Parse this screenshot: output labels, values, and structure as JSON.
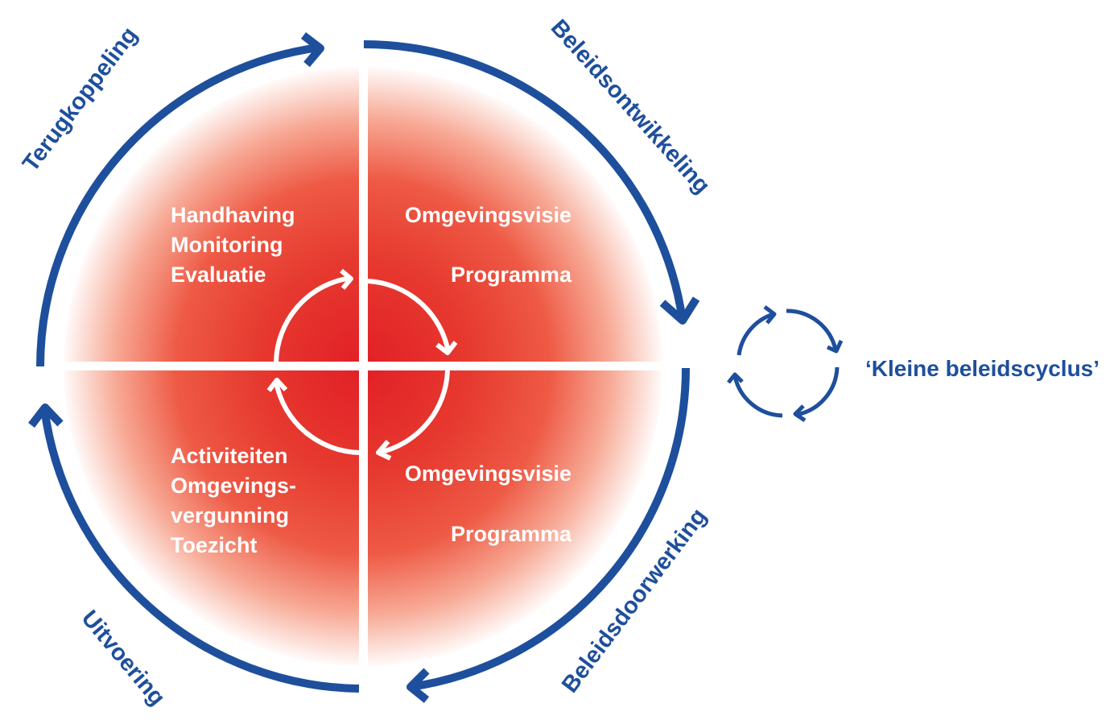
{
  "colors": {
    "arrow_blue": "#1e4f9c",
    "center_red": "#e21f26",
    "mid_red": "#ee5a45",
    "divider": "#ffffff"
  },
  "phases": {
    "terugkoppeling": "Terugkoppeling",
    "beleidsontwikkeling": "Beleidsontwikkeling",
    "beleidsdoorwerking": "Beleidsdoorwerking",
    "uitvoering": "Uitvoering"
  },
  "quadrants": {
    "top_left": [
      "Handhaving",
      "Monitoring",
      "Evaluatie"
    ],
    "top_right": [
      "Omgevingsvisie",
      "Programma"
    ],
    "bottom_left": [
      "Activiteiten",
      "Omgevings-",
      "vergunning",
      "Toezicht"
    ],
    "bottom_right": [
      "Omgevingsvisie",
      "Programma"
    ]
  },
  "small_cycle": {
    "label": "‘Kleine beleidscyclus’"
  }
}
